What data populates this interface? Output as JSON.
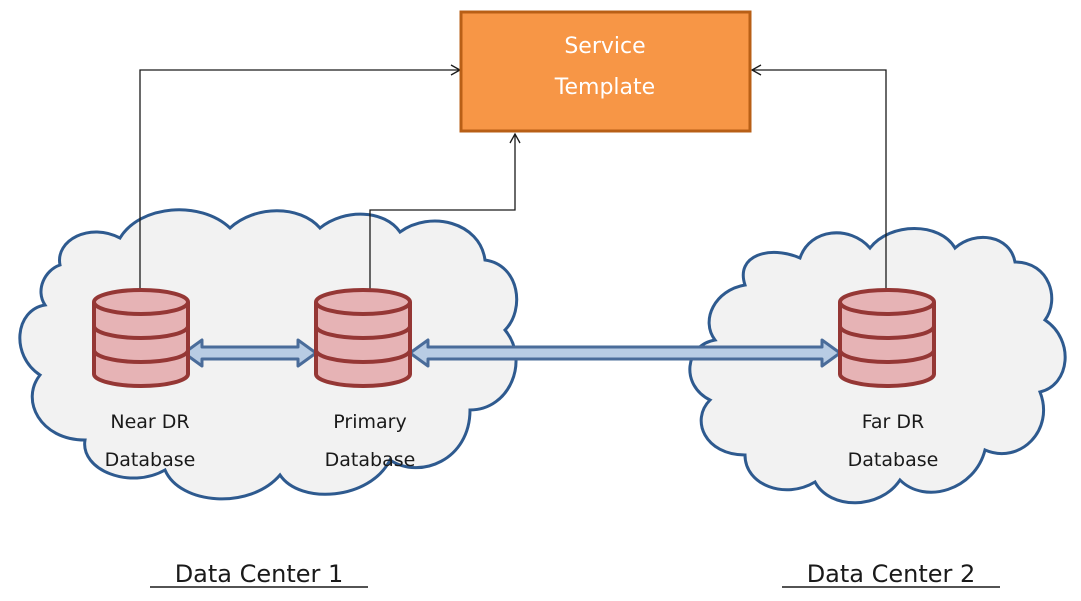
{
  "service_template": {
    "line1": "Service",
    "line2": "Template"
  },
  "databases": {
    "near_dr": {
      "line1": "Near DR",
      "line2": "Database"
    },
    "primary": {
      "line1": "Primary",
      "line2": "Database"
    },
    "far_dr": {
      "line1": "Far DR",
      "line2": "Database"
    }
  },
  "data_centers": {
    "dc1": "Data Center 1",
    "dc2": "Data Center 2"
  },
  "colors": {
    "service_fill": "#f79646",
    "service_stroke": "#b85f16",
    "cloud_fill": "#f2f2f2",
    "cloud_stroke": "#2e5a8f",
    "db_fill": "#e6b3b5",
    "db_stroke": "#953735",
    "sync_arrow_fill": "#b8cce4",
    "sync_arrow_stroke": "#4a6c9a",
    "connector": "#1a1a1a"
  }
}
